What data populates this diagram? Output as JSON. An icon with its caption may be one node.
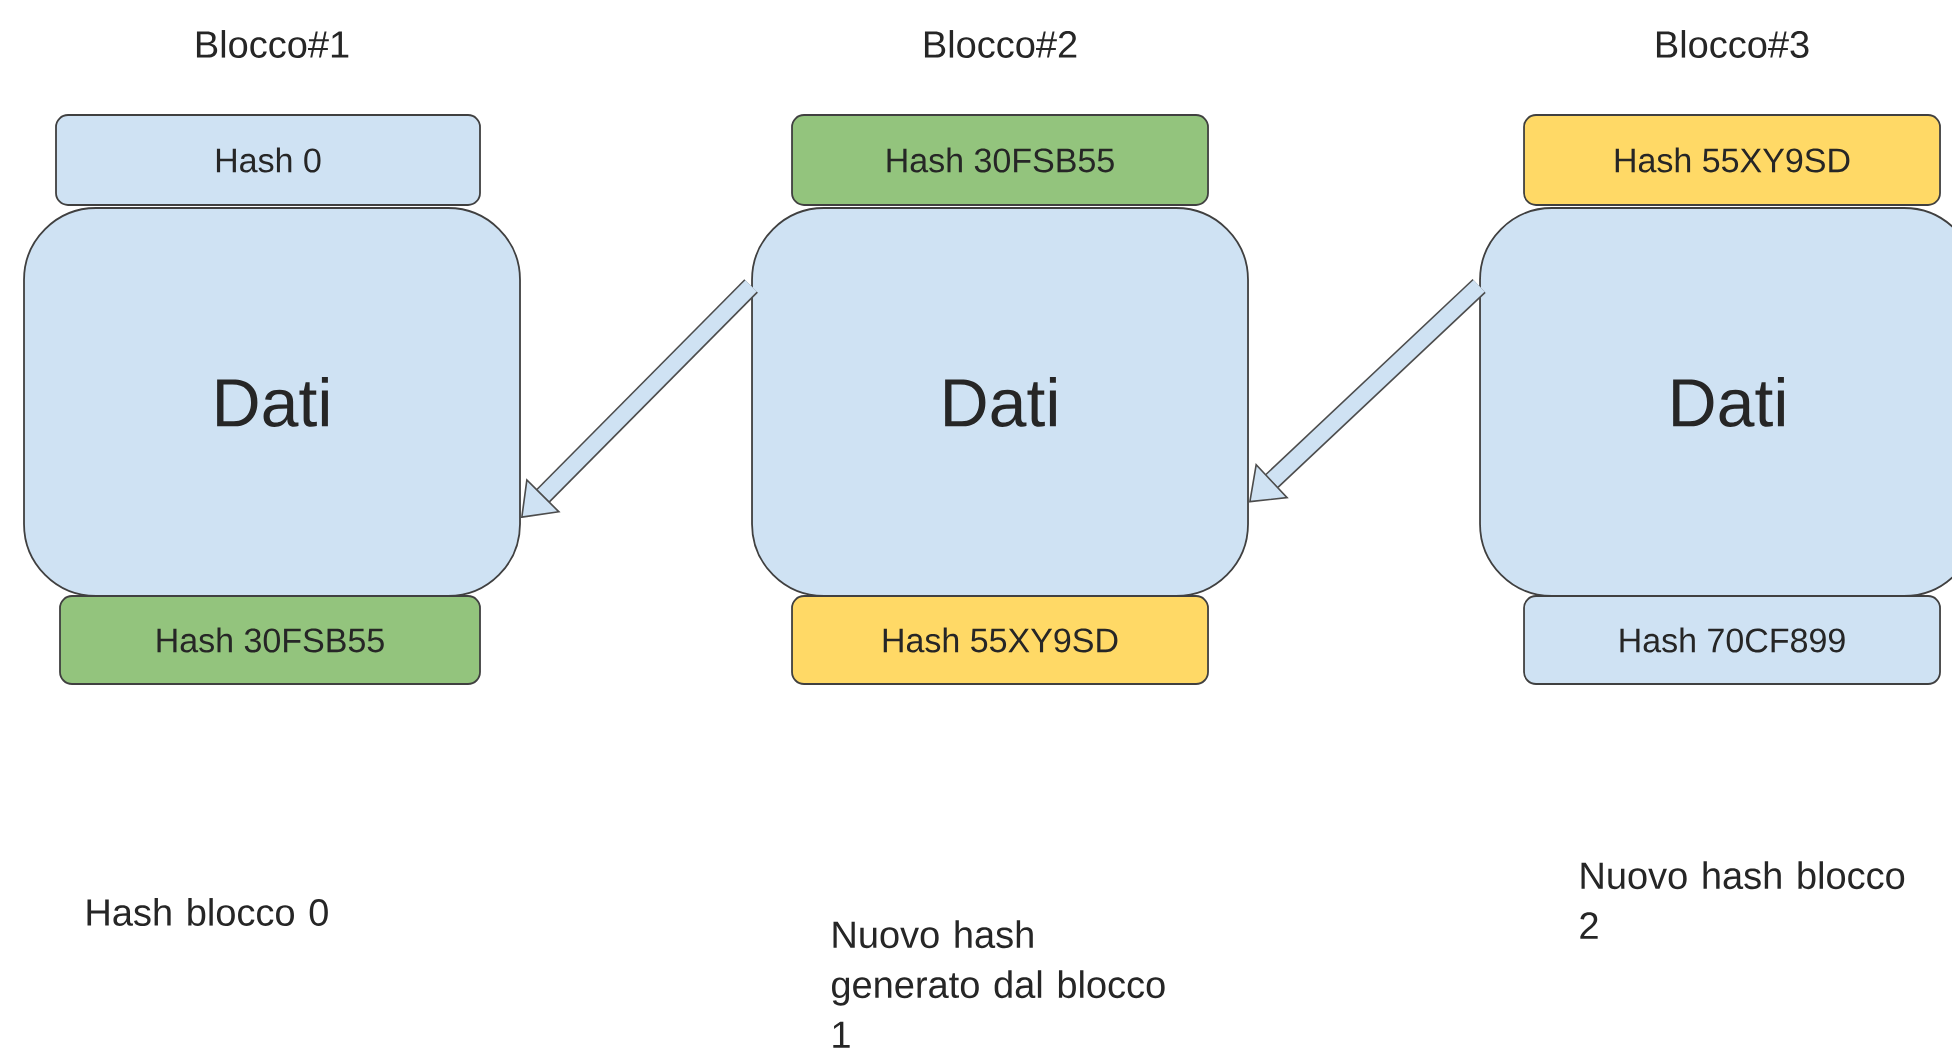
{
  "diagram": {
    "nodes": [
      {
        "text": [
          "Hash 0"
        ]
      },
      {
        "text": [
          "Dati"
        ]
      },
      {
        "text": [
          "Hash 30FSB55"
        ]
      },
      {
        "text": [
          "Hash 30FSB55"
        ]
      },
      {
        "text": [
          "Dati"
        ]
      },
      {
        "text": [
          "Hash 55XY9SD"
        ]
      },
      {
        "text": [
          "Hash 55XY9SD"
        ]
      },
      {
        "text": [
          "Dati"
        ]
      },
      {
        "text": [
          "Hash 70CF899"
        ]
      }
    ],
    "edges": [
      {
        "from": 4,
        "to": 1,
        "arrow": "to"
      },
      {
        "from": 7,
        "to": 4,
        "arrow": "to"
      }
    ],
    "labels": [
      "Blocco#1",
      "Blocco#2",
      "Blocco#3",
      "Hash blocco 0",
      "Nuovo hash generato dal blocco 1",
      "Nuovo hash blocco 2"
    ]
  }
}
